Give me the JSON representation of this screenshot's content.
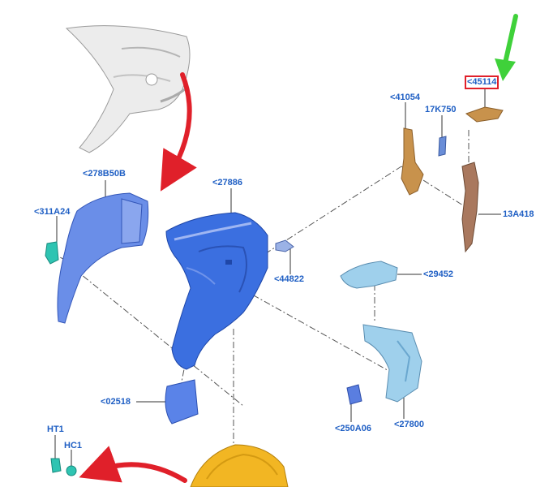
{
  "colors": {
    "label_text": "#1f5fc4",
    "highlight_box": "#e0202a",
    "red_arrow": "#e0202a",
    "green_arrow": "#3fd13a",
    "panel_blue": "#3b6fe0",
    "panel_blue_light": "#6a8ee8",
    "panel_sky": "#9fd0ec",
    "panel_copper": "#c8924c",
    "panel_yellow": "#f2b623",
    "panel_white": "#e8e8e8",
    "clip_teal": "#2fc4b2"
  },
  "callouts": [
    {
      "id": "c-45114",
      "text": "<45114",
      "highlighted": true
    },
    {
      "id": "c-41054",
      "text": "<41054",
      "highlighted": false
    },
    {
      "id": "c-17k750",
      "text": "17K750",
      "highlighted": false
    },
    {
      "id": "c-13a418",
      "text": "13A418",
      "highlighted": false
    },
    {
      "id": "c-278b50b",
      "text": "<278B50B",
      "highlighted": false
    },
    {
      "id": "c-27886",
      "text": "<27886",
      "highlighted": false
    },
    {
      "id": "c-311a24",
      "text": "<311A24",
      "highlighted": false
    },
    {
      "id": "c-44822",
      "text": "<44822",
      "highlighted": false
    },
    {
      "id": "c-29452",
      "text": "<29452",
      "highlighted": false
    },
    {
      "id": "c-02518",
      "text": "<02518",
      "highlighted": false
    },
    {
      "id": "c-250a06",
      "text": "<250A06",
      "highlighted": false
    },
    {
      "id": "c-27800",
      "text": "<27800",
      "highlighted": false
    },
    {
      "id": "c-ht1",
      "text": "HT1",
      "highlighted": false
    },
    {
      "id": "c-hc1",
      "text": "HC1",
      "highlighted": false
    }
  ]
}
